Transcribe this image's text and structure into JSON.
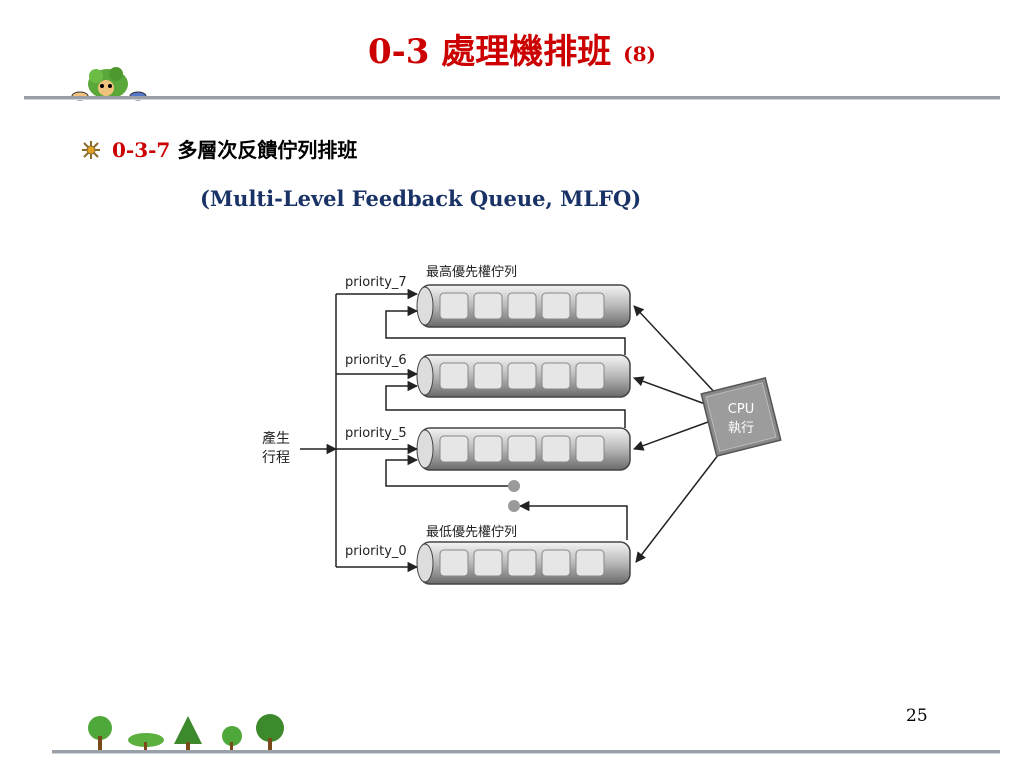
{
  "slide": {
    "title_num": "0-3",
    "title_text": "處理機排班",
    "title_suffix": "(8)",
    "bullet_num": "0-3-7",
    "bullet_text": "多層次反饋佇列排班",
    "subtitle": "(Multi-Level Feedback Queue, MLFQ)",
    "page_number": "25"
  },
  "diagram": {
    "queues": [
      {
        "label": "priority_7",
        "caption": "最高優先權佇列"
      },
      {
        "label": "priority_6",
        "caption": ""
      },
      {
        "label": "priority_5",
        "caption": ""
      },
      {
        "label": "priority_0",
        "caption": "最低優先權佇列"
      }
    ],
    "new_process_line1": "產生",
    "new_process_line2": "行程",
    "cpu_line1": "CPU",
    "cpu_line2": "執行"
  },
  "colors": {
    "title_red": "#cc0000",
    "subtitle_blue": "#1a3366",
    "rule_gray": "#9aa0a8"
  }
}
